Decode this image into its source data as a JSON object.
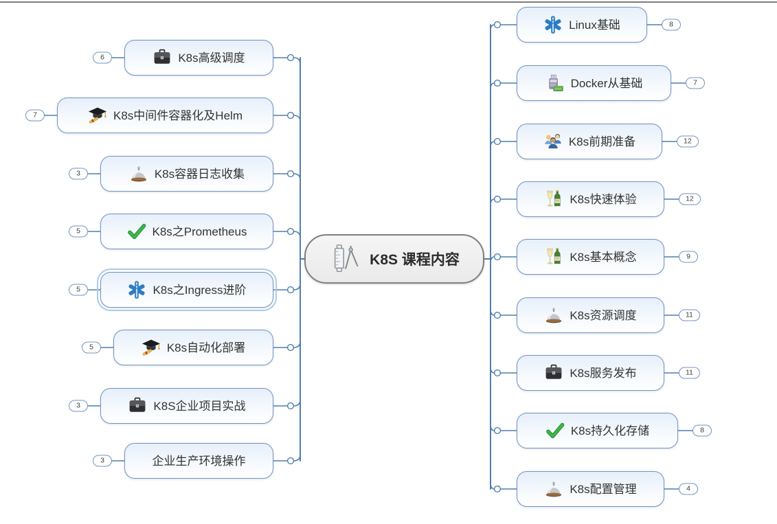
{
  "root": {
    "label": "K8S 课程内容",
    "icon": "drafting-tools-icon"
  },
  "left_branches": [
    {
      "label": "K8s高级调度",
      "icon": "briefcase-icon",
      "badge": "6",
      "selected": false
    },
    {
      "label": "K8s中间件容器化及Helm",
      "icon": "graduation-cap-icon",
      "badge": "7",
      "selected": false
    },
    {
      "label": "K8s容器日志收集",
      "icon": "service-bell-icon",
      "badge": "3",
      "selected": false
    },
    {
      "label": "K8s之Prometheus",
      "icon": "check-icon",
      "badge": "5",
      "selected": false
    },
    {
      "label": "K8s之Ingress进阶",
      "icon": "star-of-life-icon",
      "badge": "5",
      "selected": true
    },
    {
      "label": "K8s自动化部署",
      "icon": "graduation-cap-icon",
      "badge": "5",
      "selected": false
    },
    {
      "label": "K8S企业项目实战",
      "icon": "briefcase-icon",
      "badge": "3",
      "selected": false
    },
    {
      "label": "企业生产环境操作",
      "icon": null,
      "badge": "3",
      "selected": false
    }
  ],
  "right_branches": [
    {
      "label": "Linux基础",
      "icon": "star-of-life-icon",
      "badge": "8",
      "selected": false
    },
    {
      "label": "Docker从基础",
      "icon": "cash-register-icon",
      "badge": "7",
      "selected": false
    },
    {
      "label": "K8s前期准备",
      "icon": "people-icon",
      "badge": "12",
      "selected": false
    },
    {
      "label": "K8s快速体验",
      "icon": "champagne-icon",
      "badge": "12",
      "selected": false
    },
    {
      "label": "K8s基本概念",
      "icon": "champagne-icon",
      "badge": "9",
      "selected": false
    },
    {
      "label": "K8s资源调度",
      "icon": "service-bell-icon",
      "badge": "11",
      "selected": false
    },
    {
      "label": "K8s服务发布",
      "icon": "briefcase-icon",
      "badge": "11",
      "selected": false
    },
    {
      "label": "K8s持久化存储",
      "icon": "check-icon",
      "badge": "8",
      "selected": false
    },
    {
      "label": "K8s配置管理",
      "icon": "service-bell-icon",
      "badge": "4",
      "selected": false
    }
  ],
  "colors": {
    "connector": "#4e7fac",
    "branch_border": "#7293bf",
    "branch_fill": "#e6effa",
    "root_border": "#7f7f7f",
    "root_fill": "#f0f0f0",
    "selected_ring": "#a9cbe9",
    "text": "#333333",
    "badge_bg": "#ffffff"
  }
}
